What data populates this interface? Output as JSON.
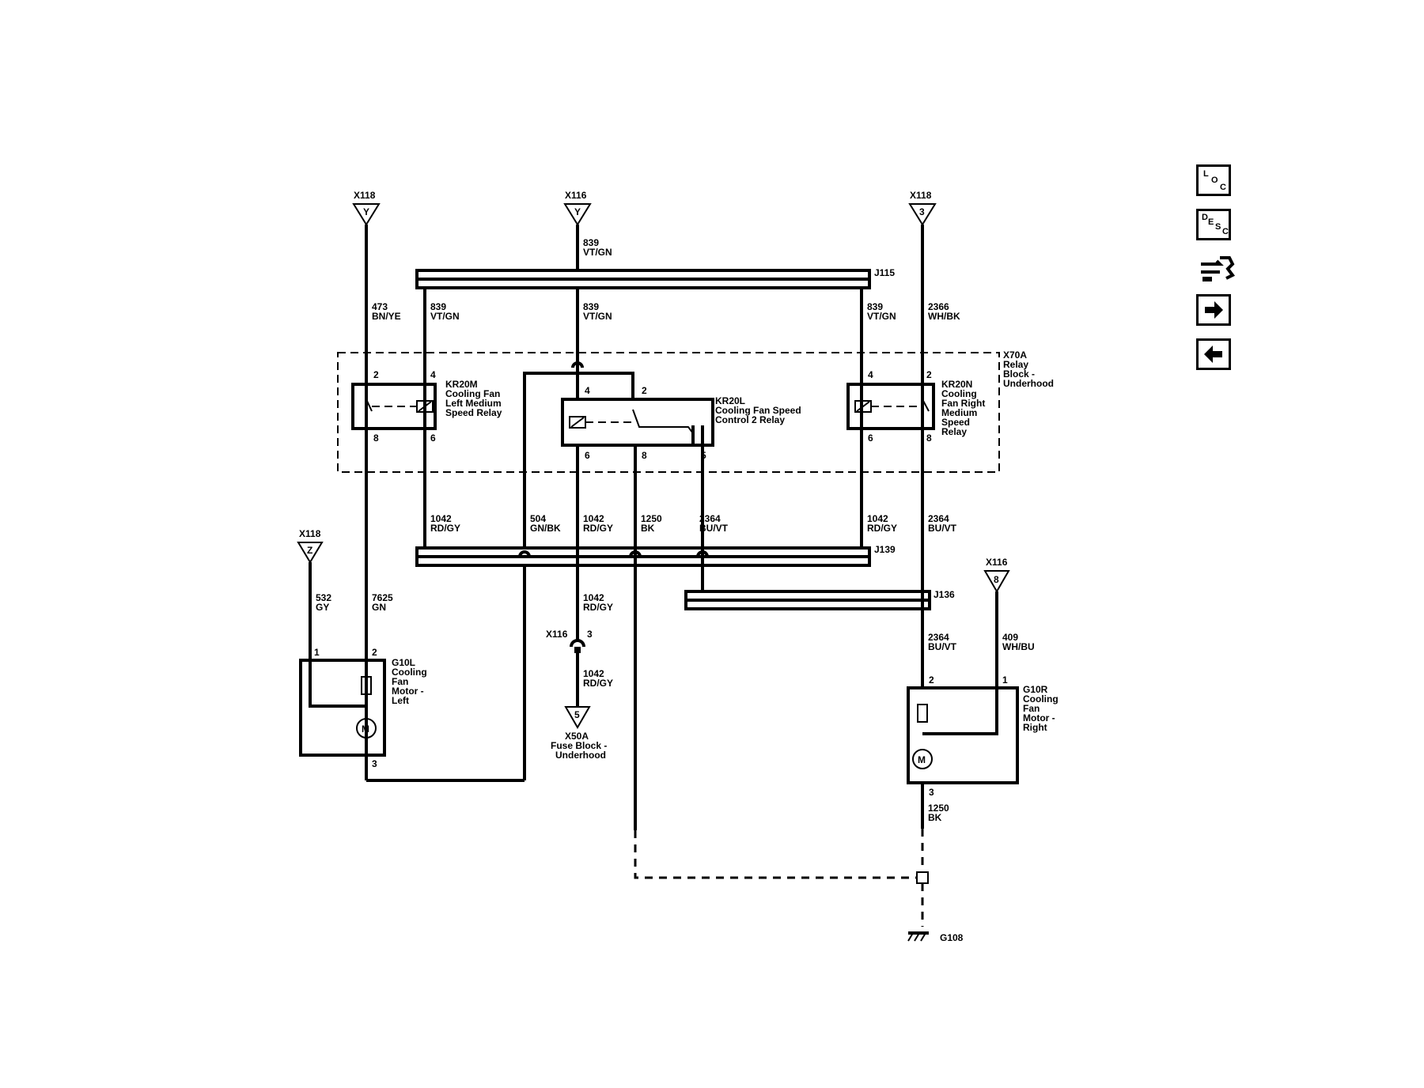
{
  "connectors": {
    "x118_top_left": {
      "name": "X118",
      "pin": "Y"
    },
    "x116_top_mid": {
      "name": "X116",
      "pin": "Y"
    },
    "x118_top_right": {
      "name": "X118",
      "pin": "3"
    },
    "x118_left_mid": {
      "name": "X118",
      "pin": "Z"
    },
    "x116_right_mid": {
      "name": "X116",
      "pin": "8"
    },
    "x116_inline": {
      "name": "X116",
      "pin": "3"
    }
  },
  "splices": {
    "j115": "J115",
    "j139": "J139",
    "j136": "J136"
  },
  "wires": {
    "top_mid": {
      "circuit": "839",
      "color": "VT/GN"
    },
    "w473": {
      "circuit": "473",
      "color": "BN/YE"
    },
    "w839_left": {
      "circuit": "839",
      "color": "VT/GN"
    },
    "w839_mid": {
      "circuit": "839",
      "color": "VT/GN"
    },
    "w839_right": {
      "circuit": "839",
      "color": "VT/GN"
    },
    "w2366": {
      "circuit": "2366",
      "color": "WH/BK"
    },
    "w1042_left": {
      "circuit": "1042",
      "color": "RD/GY"
    },
    "w504": {
      "circuit": "504",
      "color": "GN/BK"
    },
    "w1042_mid": {
      "circuit": "1042",
      "color": "RD/GY"
    },
    "w1250_mid": {
      "circuit": "1250",
      "color": "BK"
    },
    "w2364_mid": {
      "circuit": "2364",
      "color": "BU/VT"
    },
    "w1042_right": {
      "circuit": "1042",
      "color": "RD/GY"
    },
    "w2364_right": {
      "circuit": "2364",
      "color": "BU/VT"
    },
    "w532": {
      "circuit": "532",
      "color": "GY"
    },
    "w7625": {
      "circuit": "7625",
      "color": "GN"
    },
    "w1042_low": {
      "circuit": "1042",
      "color": "RD/GY"
    },
    "w1042_low2": {
      "circuit": "1042",
      "color": "RD/GY"
    },
    "w2364_low": {
      "circuit": "2364",
      "color": "BU/VT"
    },
    "w409": {
      "circuit": "409",
      "color": "WH/BU"
    },
    "w1250_right": {
      "circuit": "1250",
      "color": "BK"
    }
  },
  "relay_block": {
    "lines": [
      "X70A",
      "Relay",
      "Block -",
      "Underhood"
    ]
  },
  "relays": {
    "kr20m": {
      "lines": [
        "KR20M",
        "Cooling Fan",
        "Left Medium",
        "Speed Relay"
      ],
      "pins": {
        "p2": "2",
        "p4": "4",
        "p8": "8",
        "p6": "6"
      }
    },
    "kr20l": {
      "lines": [
        "KR20L",
        "Cooling Fan Speed",
        "Control 2 Relay"
      ],
      "pins": {
        "p4": "4",
        "p2": "2",
        "p6": "6",
        "p8": "8",
        "p5": "5"
      }
    },
    "kr20n": {
      "lines": [
        "KR20N",
        "Cooling",
        "Fan Right",
        "Medium",
        "Speed",
        "Relay"
      ],
      "pins": {
        "p4": "4",
        "p2": "2",
        "p6": "6",
        "p8": "8"
      }
    }
  },
  "motors": {
    "g10l": {
      "lines": [
        "G10L",
        "Cooling",
        "Fan",
        "Motor -",
        "Left"
      ],
      "symbol": "M",
      "pins": {
        "p1": "1",
        "p2": "2",
        "p3": "3"
      }
    },
    "g10r": {
      "lines": [
        "G10R",
        "Cooling",
        "Fan",
        "Motor -",
        "Right"
      ],
      "symbol": "M",
      "pins": {
        "p2": "2",
        "p1": "1",
        "p3": "3"
      }
    }
  },
  "fuse_block": {
    "name": "X50A",
    "pin": "5",
    "lines": [
      "Fuse Block -",
      "Underhood"
    ]
  },
  "ground": {
    "name": "G108"
  },
  "nav": {
    "loc": [
      "L",
      "O",
      "C"
    ],
    "desc": [
      "D",
      "E",
      "S",
      "C"
    ],
    "icons": [
      "connector-view-icon",
      "arrow-right-icon",
      "arrow-left-icon"
    ]
  }
}
